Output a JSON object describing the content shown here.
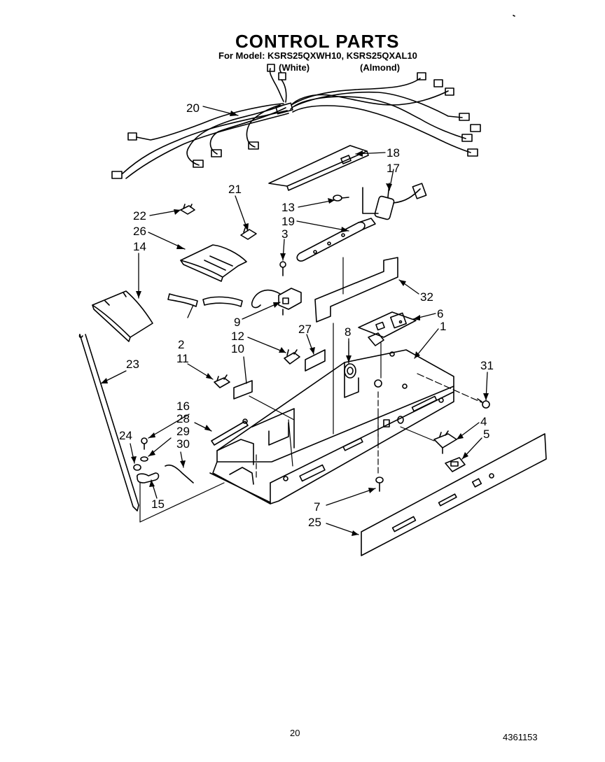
{
  "title": "CONTROL PARTS",
  "model_line": "For Model: KSRS25QXWH10, KSRS25QXAL10",
  "variant_white": "(White)",
  "variant_almond": "(Almond)",
  "page_number": "20",
  "document_number": "4361153",
  "callouts": {
    "p1": "1",
    "p2": "2",
    "p3": "3",
    "p4": "4",
    "p5": "5",
    "p6": "6",
    "p7": "7",
    "p8": "8",
    "p9": "9",
    "p10": "10",
    "p11": "11",
    "p12": "12",
    "p13": "13",
    "p14": "14",
    "p15": "15",
    "p16": "16",
    "p17": "17",
    "p18": "18",
    "p19": "19",
    "p20": "20",
    "p21": "21",
    "p22": "22",
    "p23": "23",
    "p24": "24",
    "p25": "25",
    "p26": "26",
    "p27": "27",
    "p28": "28",
    "p29": "29",
    "p30": "30",
    "p31": "31",
    "p32": "32"
  }
}
